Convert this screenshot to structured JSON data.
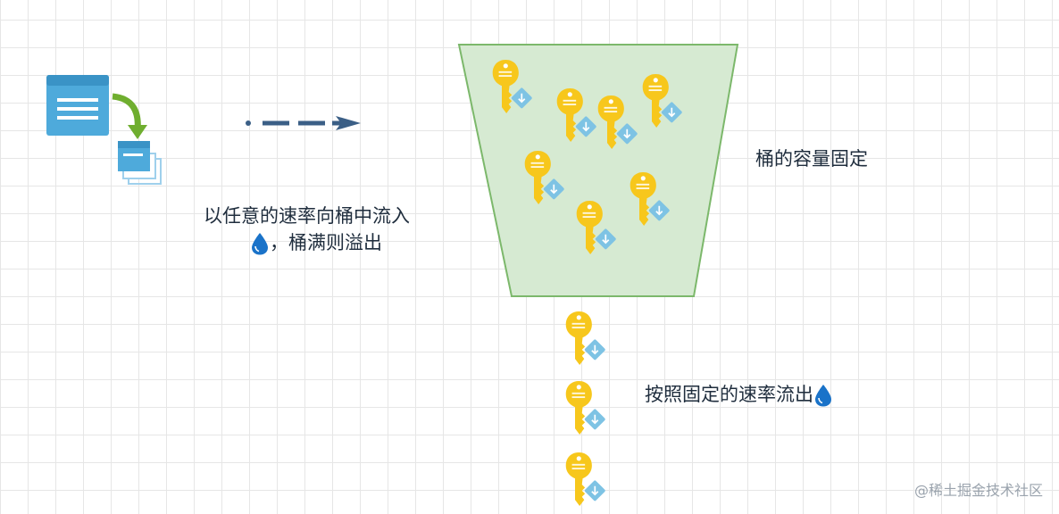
{
  "labels": {
    "inflow_line1": "以任意的速率向桶中流入",
    "inflow_line2": "，桶满则溢出",
    "capacity": "桶的容量固定",
    "outflow": "按照固定的速率流出"
  },
  "watermark": "@稀土掘金技术社区",
  "icons": {
    "source": "document-copy-icon",
    "flow_arrow": "dashed-arrow-icon",
    "drop": "water-drop-icon",
    "token": "key-token-icon"
  },
  "colors": {
    "bucket_fill": "#d6ead2",
    "bucket_stroke": "#7cb86b",
    "key": "#f7c71c",
    "badge": "#7ec3e4",
    "arrow": "#3b5f86",
    "doc": "#4eaadb",
    "green_arrow": "#6fae2f",
    "drop": "#1a73c9"
  },
  "bucket_token_count": 7,
  "outflow_token_count": 3
}
